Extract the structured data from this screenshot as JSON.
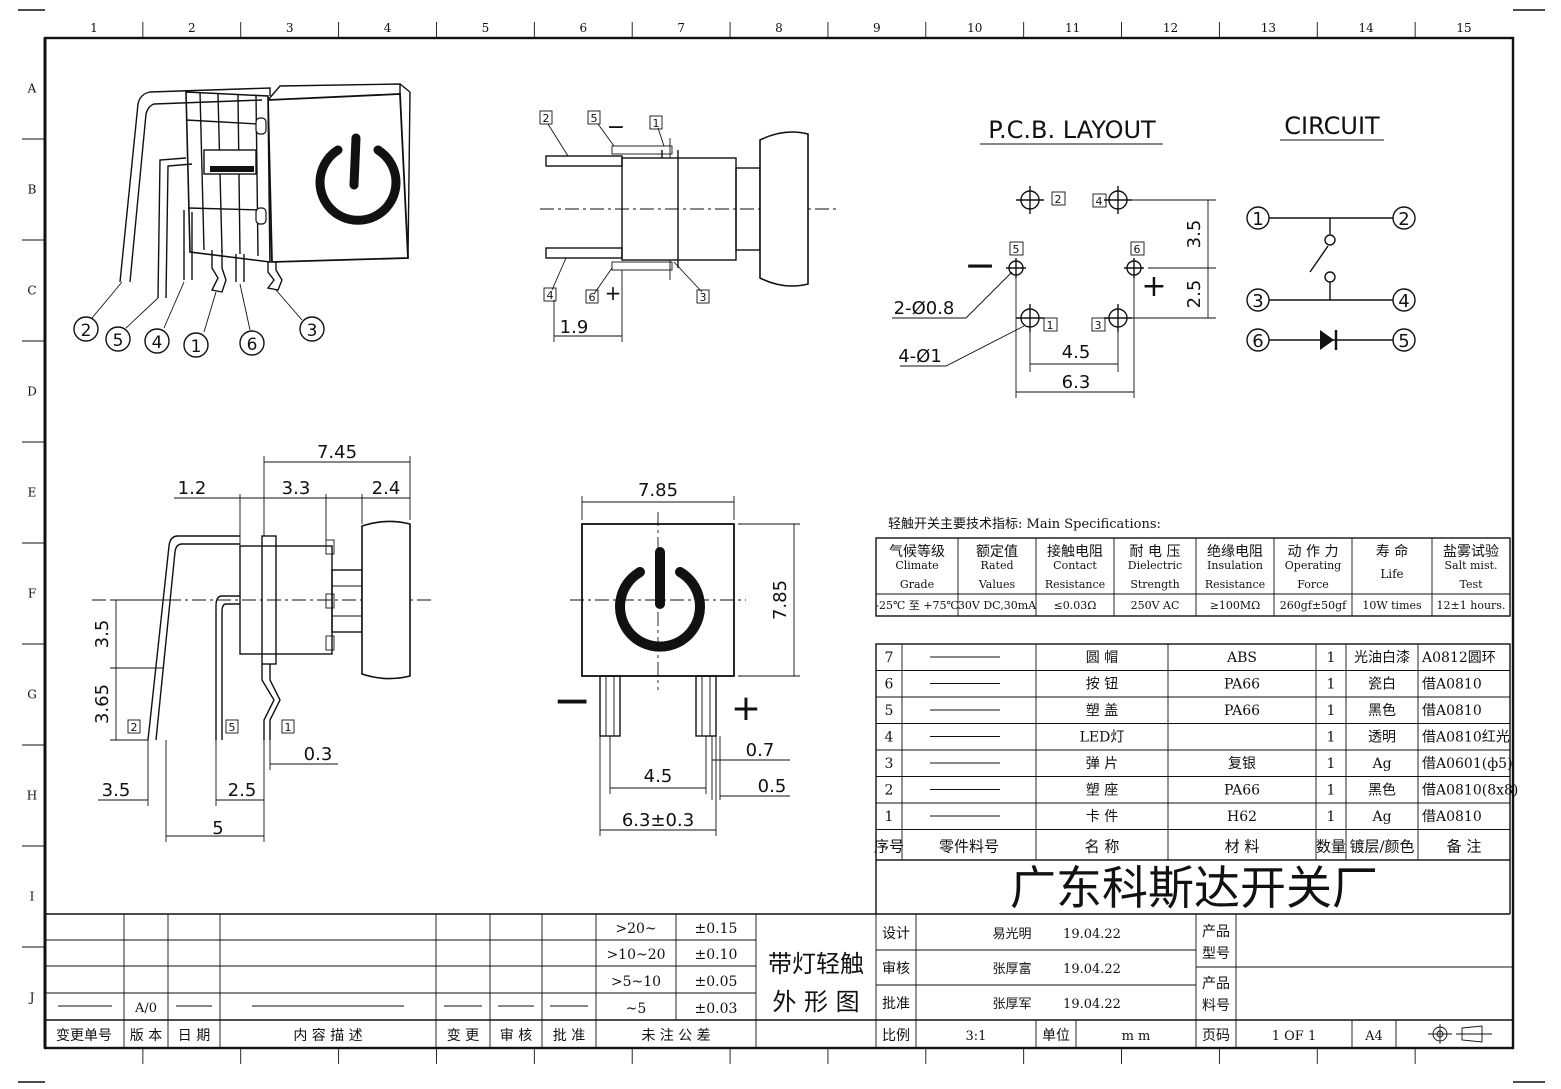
{
  "ruler": {
    "columns": [
      "1",
      "2",
      "3",
      "4",
      "5",
      "6",
      "7",
      "8",
      "9",
      "10",
      "11",
      "12",
      "13",
      "14",
      "15"
    ],
    "rows": [
      "A",
      "B",
      "C",
      "D",
      "E",
      "F",
      "G",
      "H",
      "I",
      "J"
    ]
  },
  "views": {
    "iso_callouts": [
      "2",
      "5",
      "4",
      "1",
      "6",
      "3"
    ],
    "side_pin_labels": [
      "2",
      "5",
      "1",
      "4",
      "6",
      "3"
    ],
    "side_polarity": [
      "−",
      "+"
    ],
    "side_dim": "1.9",
    "pcb_title": "P.C.B. LAYOUT",
    "circuit_title": "CIRCUIT",
    "pcb_pin_labels": [
      "2",
      "4",
      "5",
      "6",
      "1",
      "3"
    ],
    "pcb_dims": {
      "pitch_v": "3.5",
      "led_v": "2.5",
      "led_hole": "2-Ø0.8",
      "pin_hole": "4-Ø1",
      "inner_w": "4.5",
      "outer_w": "6.3"
    },
    "pcb_polarity": [
      "−",
      "+"
    ],
    "circuit_nodes": [
      "1",
      "2",
      "3",
      "4",
      "6",
      "5"
    ],
    "side2_dims": {
      "total": "7.45",
      "a": "1.2",
      "b": "3.3",
      "c": "2.4",
      "v1": "3.5",
      "v2": "3.65",
      "h1": "3.5",
      "h2": "2.5",
      "h3": "5",
      "t": "0.3"
    },
    "side2_pins": [
      "2",
      "5",
      "1"
    ],
    "front_dims": {
      "w": "7.85",
      "h": "7.85",
      "pitch": "4.5",
      "span": "6.3±0.3",
      "p1": "0.7",
      "p2": "0.5"
    },
    "front_polarity": [
      "−",
      "+"
    ]
  },
  "specs": {
    "heading": "轻触开关主要技术指标:    Main Specifications:",
    "columns": [
      {
        "cn": "气候等级",
        "en1": "Climate",
        "en2": "Grade",
        "value": "-25℃ 至 +75℃"
      },
      {
        "cn": "额定值",
        "en1": "Rated",
        "en2": "Values",
        "value": "30V DC,30mA"
      },
      {
        "cn": "接触电阻",
        "en1": "Contact",
        "en2": "Resistance",
        "value": "≤0.03Ω"
      },
      {
        "cn": "耐 电 压",
        "en1": "Dielectric",
        "en2": "Strength",
        "value": "250V AC"
      },
      {
        "cn": "绝缘电阻",
        "en1": "Insulation",
        "en2": "Resistance",
        "value": "≥100MΩ"
      },
      {
        "cn": "动 作 力",
        "en1": "Operating",
        "en2": "Force",
        "value": "260gf±50gf"
      },
      {
        "cn": "寿   命",
        "en1": "Life",
        "en2": "",
        "value": "10W times"
      },
      {
        "cn": "盐雾试验",
        "en1": "Salt mist.",
        "en2": "Test",
        "value": "12±1 hours."
      }
    ]
  },
  "bom": {
    "rows": [
      {
        "no": "7",
        "part": "圆  帽",
        "mat": "ABS",
        "qty": "1",
        "finish": "光油白漆",
        "note": "A0812圆环"
      },
      {
        "no": "6",
        "part": "按  钮",
        "mat": "PA66",
        "qty": "1",
        "finish": "瓷白",
        "note": "借A0810"
      },
      {
        "no": "5",
        "part": "塑  盖",
        "mat": "PA66",
        "qty": "1",
        "finish": "黑色",
        "note": "借A0810"
      },
      {
        "no": "4",
        "part": "LED灯",
        "mat": "",
        "qty": "1",
        "finish": "透明",
        "note": "借A0810红光"
      },
      {
        "no": "3",
        "part": "弹  片",
        "mat": "复银",
        "qty": "1",
        "finish": "Ag",
        "note": "借A0601(ф5)"
      },
      {
        "no": "2",
        "part": "塑  座",
        "mat": "PA66",
        "qty": "1",
        "finish": "黑色",
        "note": "借A0810(8x8)"
      },
      {
        "no": "1",
        "part": "卡  件",
        "mat": "H62",
        "qty": "1",
        "finish": "Ag",
        "note": "借A0810"
      }
    ],
    "header": {
      "no": "序号",
      "code": "零件料号",
      "name": "名  称",
      "mat": "材  料",
      "qty": "数量",
      "finish": "镀层/颜色",
      "note": "备  注"
    }
  },
  "company": "广东科斯达开关厂",
  "revision": {
    "rev": "A/0",
    "headers": [
      "变更单号",
      "版 本",
      "日 期",
      "内 容 描 述",
      "变 更",
      "审 核",
      "批 准",
      "未 注 公 差"
    ]
  },
  "tolerances": [
    {
      "range": ">20~",
      "tol": "±0.15"
    },
    {
      "range": ">10~20",
      "tol": "±0.10"
    },
    {
      "range": ">5~10",
      "tol": "±0.05"
    },
    {
      "range": "~5",
      "tol": "±0.03"
    }
  ],
  "product_name": [
    "带灯轻触",
    "外 形 图"
  ],
  "titleblock": {
    "rows": [
      {
        "label": "设计",
        "name": "易光明",
        "date": "19.04.22"
      },
      {
        "label": "审核",
        "name": "张厚富",
        "date": "19.04.22"
      },
      {
        "label": "批准",
        "name": "张厚军",
        "date": "19.04.22"
      }
    ],
    "model_label": "产品\n型号",
    "partno_label": "产品\n料号",
    "scale_label": "比例",
    "scale": "3:1",
    "unit_label": "单位",
    "unit": "m m",
    "page_label": "页码",
    "page": "1 OF 1",
    "size": "A4"
  }
}
